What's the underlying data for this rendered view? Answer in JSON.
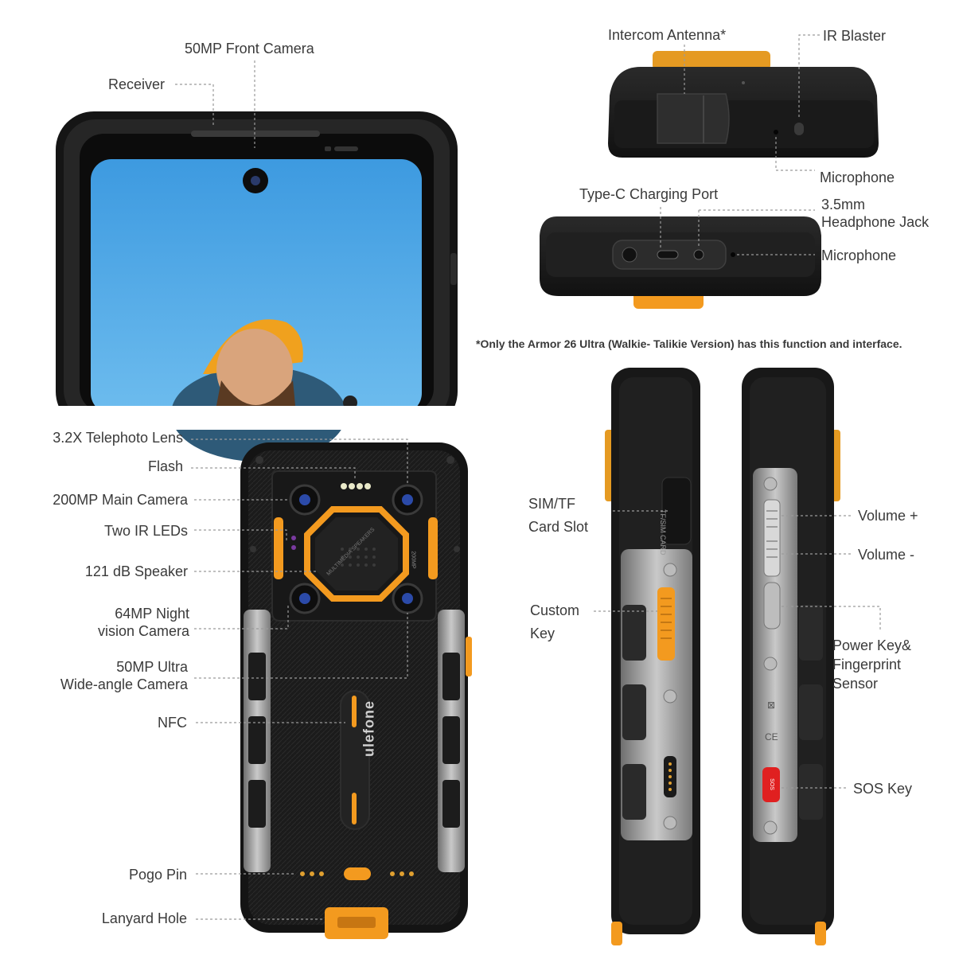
{
  "colors": {
    "accent": "#f39a1f",
    "body": "#1d1d1d",
    "screen": "#4aa3e0",
    "steel": "#9c9c9c",
    "sos": "#e02020"
  },
  "labels": {
    "front_camera": "50MP Front Camera",
    "receiver": "Receiver",
    "intercom_antenna": "Intercom Antenna*",
    "ir_blaster": "IR Blaster",
    "microphone_top": "Microphone",
    "type_c_port": "Type-C Charging Port",
    "headphone_jack_line1": "3.5mm",
    "headphone_jack_line2": "Headphone Jack",
    "microphone_bottom": "Microphone",
    "footnote": "*Only the Armor 26 Ultra (Walkie- Talikie Version) has this function and interface.",
    "telephoto_lens": "3.2X Telephoto Lens",
    "flash": "Flash",
    "main_camera": "200MP Main Camera",
    "ir_leds": "Two IR LEDs",
    "speaker": "121 dB Speaker",
    "night_camera_line1": "64MP Night",
    "night_camera_line2": "vision Camera",
    "wide_camera_line1": "50MP Ultra",
    "wide_camera_line2": "Wide-angle Camera",
    "nfc": "NFC",
    "pogo_pin": "Pogo Pin",
    "lanyard_hole": "Lanyard Hole",
    "sim_slot_line1": "SIM/TF",
    "sim_slot_line2": "Card Slot",
    "custom_key_line1": "Custom",
    "custom_key_line2": "Key",
    "volume_up": "Volume +",
    "volume_down": "Volume -",
    "power_key_line1": "Power Key&",
    "power_key_line2": "Fingerprint",
    "power_key_line3": "Sensor",
    "sos_key": "SOS Key"
  },
  "device_text": {
    "brand": "ulefone",
    "sim_marking": "TF/SIM CARD",
    "speaker_marking": "MULTIMEDIA SPEAKERS",
    "camera_marking": "200MP",
    "sos_button": "SOS"
  }
}
